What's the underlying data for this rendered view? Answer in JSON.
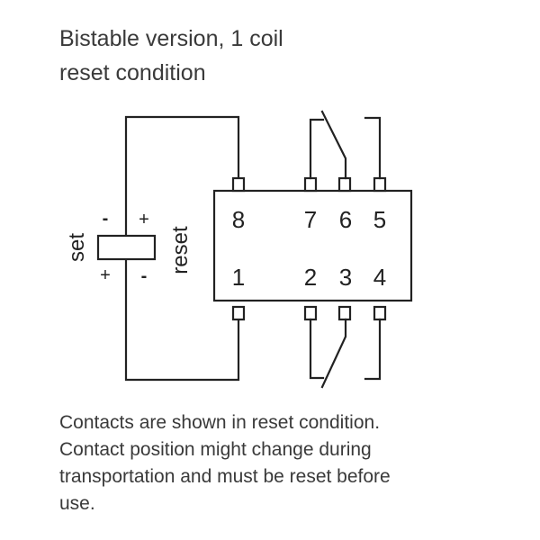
{
  "title": {
    "line1": "Bistable version, 1 coil",
    "line2": "reset condition"
  },
  "coil": {
    "set_label": "set",
    "reset_label": "reset",
    "set_top_polarity": "-",
    "set_bottom_polarity": "+",
    "reset_top_polarity": "+",
    "reset_bottom_polarity": "-"
  },
  "pins": {
    "top": [
      "8",
      "7",
      "6",
      "5"
    ],
    "bottom": [
      "1",
      "2",
      "3",
      "4"
    ]
  },
  "note": {
    "line1": "Contacts are shown in reset condition.",
    "line2": "Contact position might change during",
    "line3": "transportation and must be reset before",
    "line4": "use."
  }
}
